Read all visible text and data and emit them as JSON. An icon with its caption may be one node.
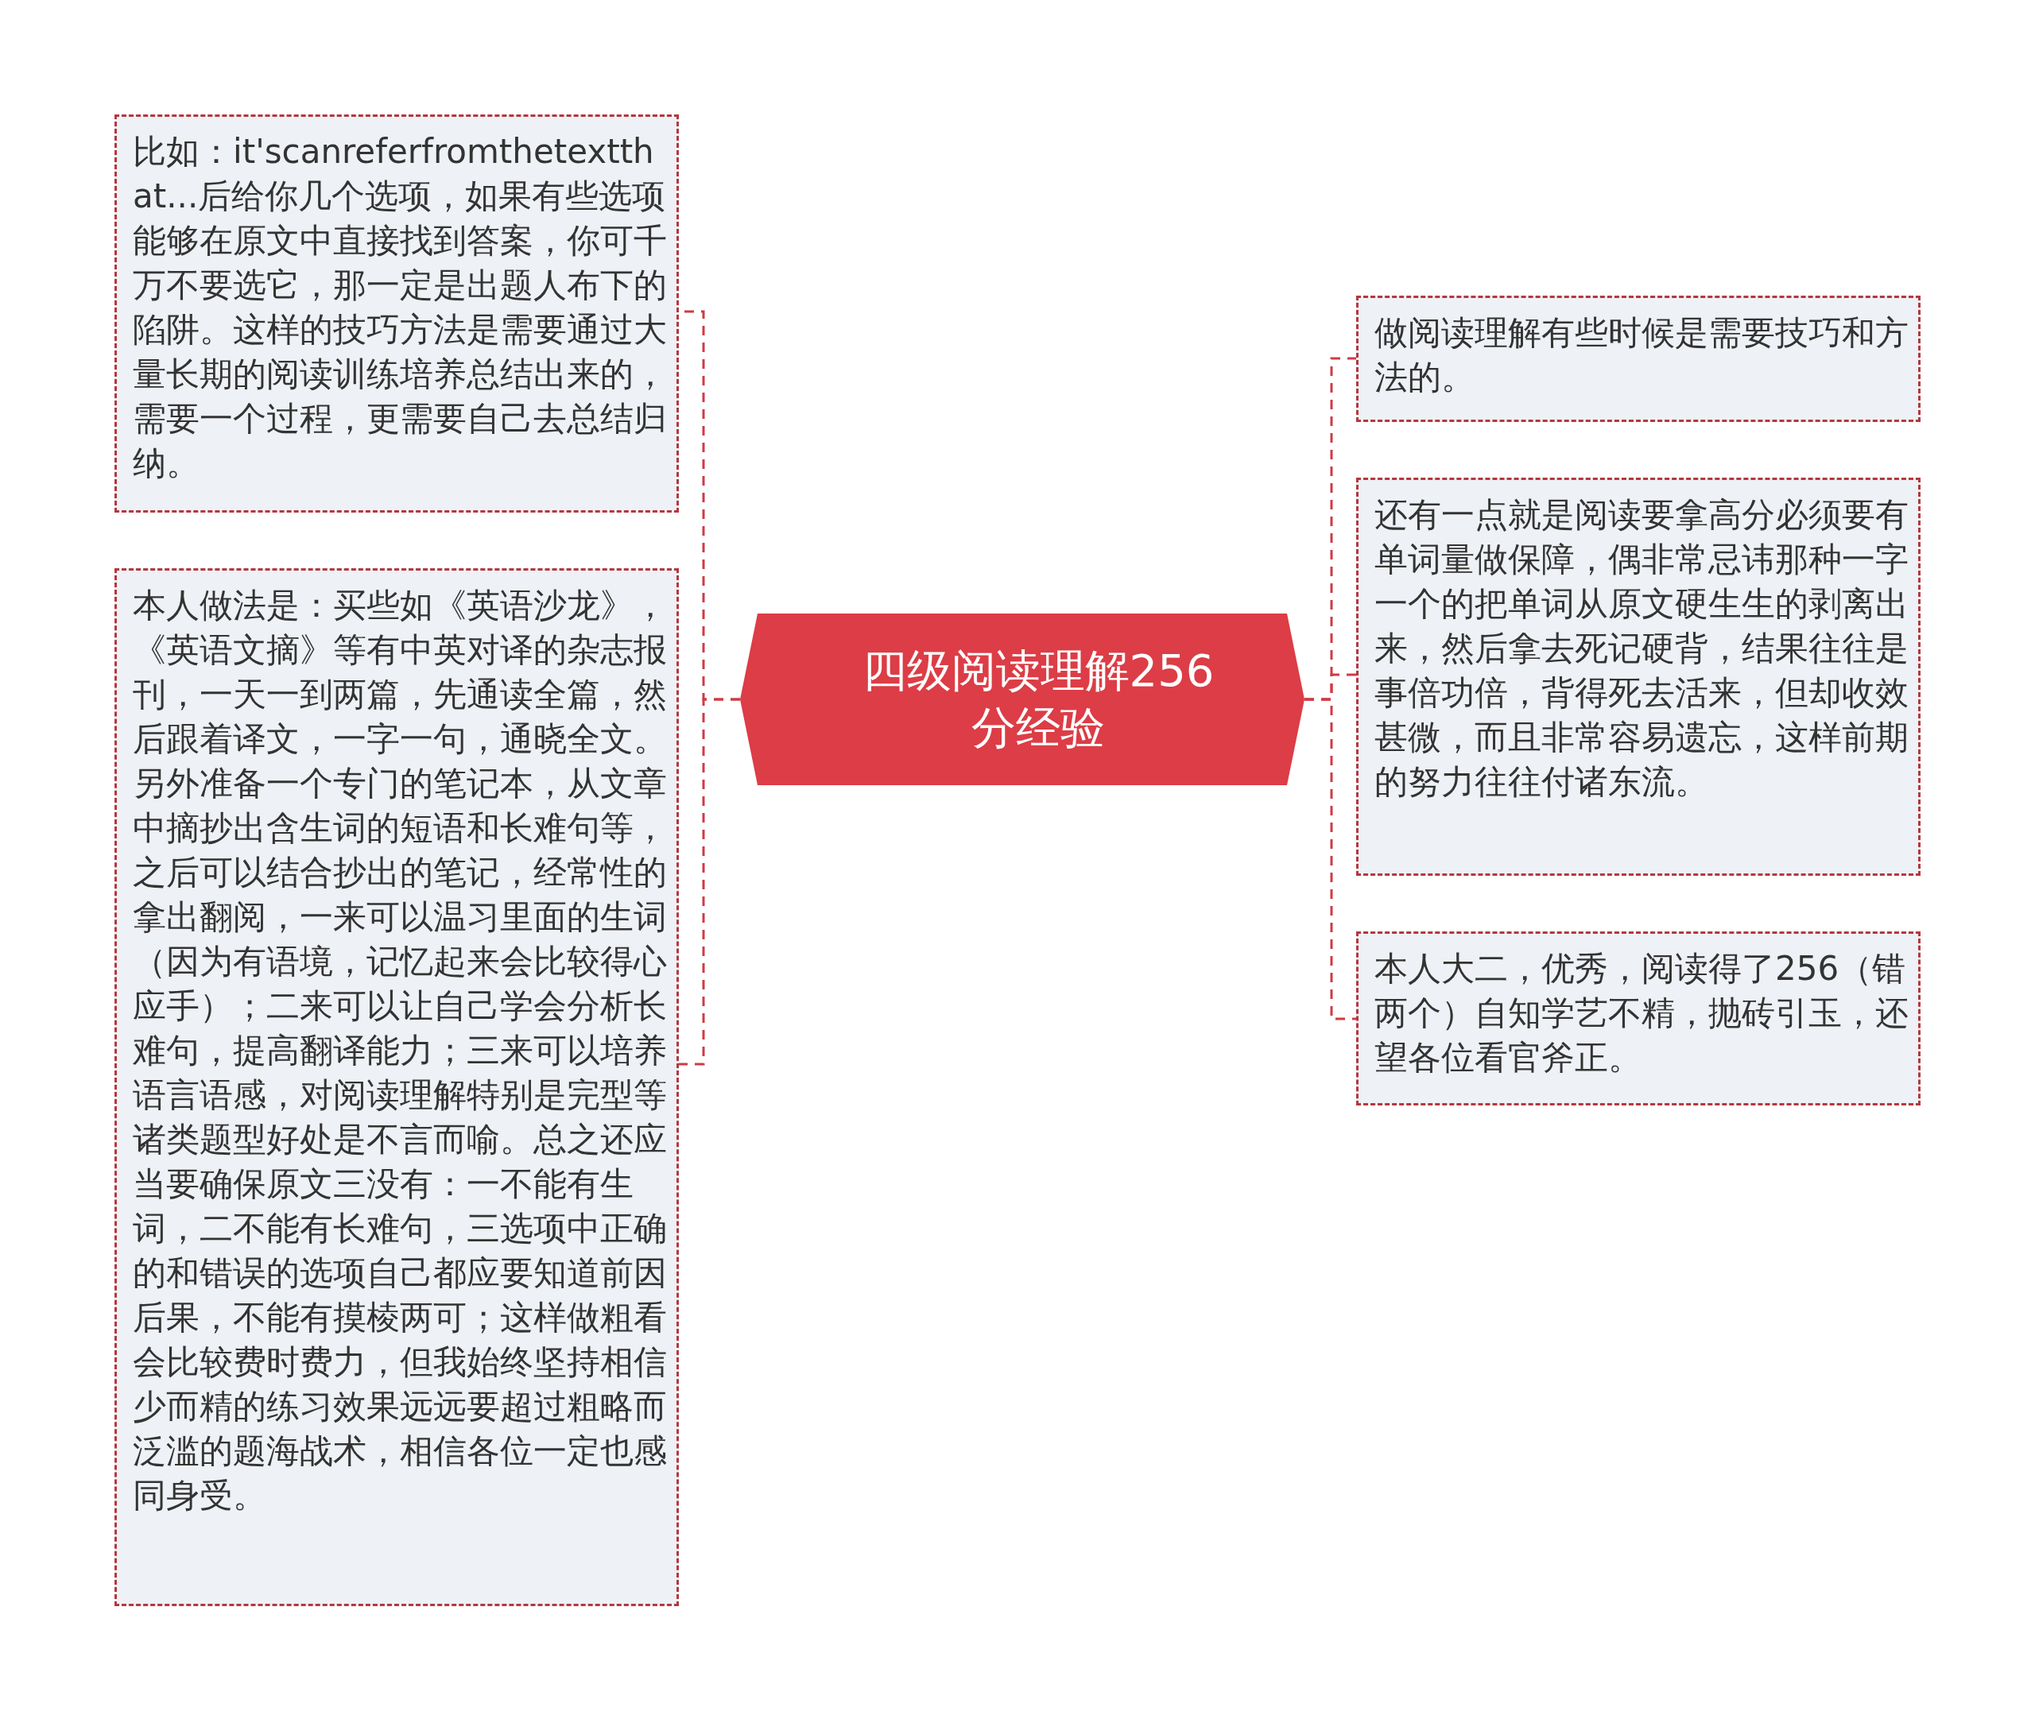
{
  "diagram": {
    "nodes": [
      {
        "text": [
          "四级阅读理解256分经验"
        ]
      },
      {
        "text": [
          "比如：it'scanreferfromthetextthat...后给你几个选项，如果有些选项能够在原文中直接找到答案，你可千万不要选它，那一定是出题人布下的陷阱。这样的技巧方法是需要通过大量长期的阅读训练培养总结出来的，需要一个过程，更需要自己去总结归纳。"
        ]
      },
      {
        "text": [
          "本人做法是：买些如《英语沙龙》，《英语文摘》等有中英对译的杂志报刊，一天一到两篇，先通读全篇，然后跟着译文，一字一句，通晓全文。另外准备一个专门的笔记本，从文章中摘抄出含生词的短语和长难句等，之后可以结合抄出的笔记，经常性的拿出翻阅，一来可以温习里面的生词（因为有语境，记忆起来会比较得心应手）；二来可以让自己学会分析长难句，提高翻译能力；三来可以培养语言语感，对阅读理解特别是完型等诸类题型好处是不言而喻。总之还应当要确保原文三没有：一不能有生词，二不能有长难句，三选项中正确的和错误的选项自己都应要知道前因后果，不能有摸棱两可；这样做粗看会比较费时费力，但我始终坚持相信少而精的练习效果远远要超过粗略而泛滥的题海战术，相信各位一定也感同身受。"
        ]
      },
      {
        "text": [
          "做阅读理解有些时候是需要技巧和方法的。"
        ]
      },
      {
        "text": [
          "还有一点就是阅读要拿高分必须要有单词量做保障，偶非常忌讳那种一字一个的把单词从原文硬生生的剥离出来，然后拿去死记硬背，结果往往是事倍功倍，背得死去活来，但却收效甚微，而且非常容易遗忘，这样前期的努力往往付诸东流。"
        ]
      },
      {
        "text": [
          "本人大二，优秀，阅读得了256（错两个）自知学艺不精，抛砖引玉，还望各位看官斧正。"
        ]
      }
    ],
    "edges": [
      {
        "from": 0,
        "to": 1,
        "arrow": "none",
        "style": "dashed"
      },
      {
        "from": 0,
        "to": 2,
        "arrow": "none",
        "style": "dashed"
      },
      {
        "from": 0,
        "to": 3,
        "arrow": "none",
        "style": "dashed"
      },
      {
        "from": 0,
        "to": 4,
        "arrow": "none",
        "style": "dashed"
      },
      {
        "from": 0,
        "to": 5,
        "arrow": "none",
        "style": "dashed"
      }
    ]
  }
}
